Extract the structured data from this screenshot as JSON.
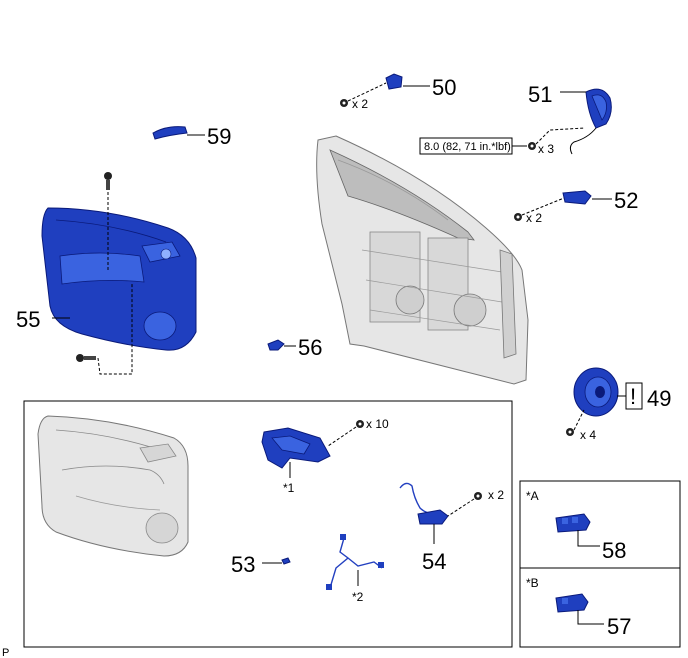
{
  "callouts": {
    "c50": "50",
    "c51": "51",
    "c52": "52",
    "c59": "59",
    "c55": "55",
    "c56": "56",
    "c49": "49",
    "c53": "53",
    "c54": "54",
    "c58": "58",
    "c57": "57"
  },
  "quantities": {
    "q50": "x 2",
    "q51": "x 3",
    "q52": "x 2",
    "q49": "x 4",
    "q_inset_top": "x 10",
    "q54": "x 2"
  },
  "torque_label": "8.0 (82, 71 in.*lbf)",
  "warning_symbol": "!",
  "notes": {
    "star1": "*1",
    "star2": "*2",
    "starA": "*A",
    "starB": "*B"
  },
  "corner_mark": "P",
  "colors": {
    "part_blue": "#1f3fbf",
    "door_gray": "#e6e6e6"
  }
}
